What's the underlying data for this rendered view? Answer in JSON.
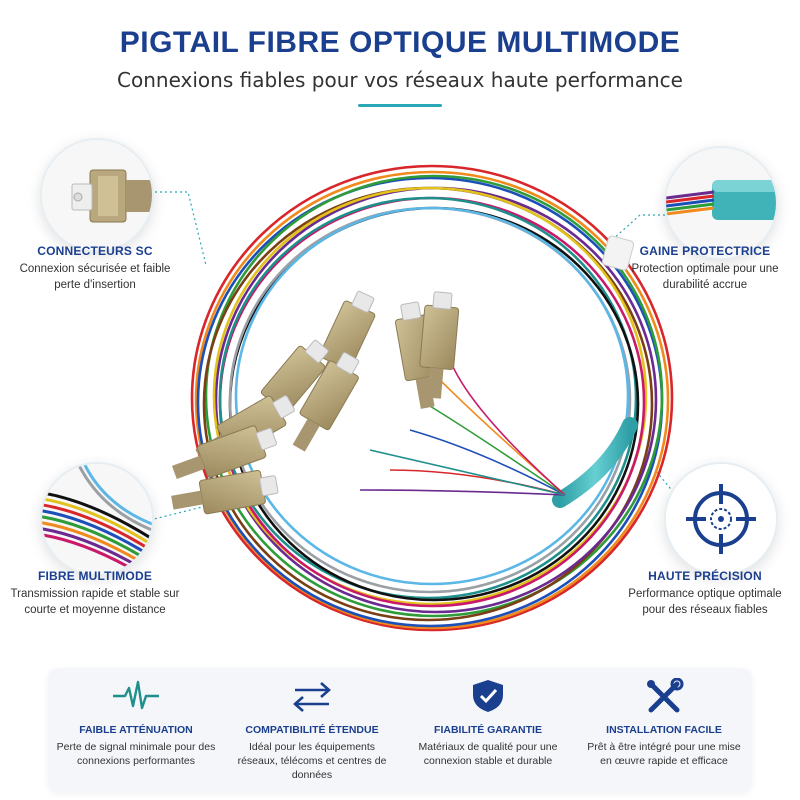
{
  "header": {
    "title": "PIGTAIL FIBRE OPTIQUE MULTIMODE",
    "subtitle": "Connexions fiables pour vos réseaux haute performance"
  },
  "callouts": {
    "connecteurs": {
      "title": "CONNECTEURS SC",
      "desc": "Connexion sécurisée et faible perte d'insertion",
      "icon": "sc-connector-icon"
    },
    "fibre": {
      "title": "FIBRE MULTIMODE",
      "desc": "Transmission rapide et stable sur courte et moyenne distance",
      "icon": "fiber-strands-icon"
    },
    "gaine": {
      "title": "GAINE PROTECTRICE",
      "desc": "Protection optimale pour une durabilité accrue",
      "icon": "protective-sheath-icon"
    },
    "precision": {
      "title": "HAUTE PRÉCISION",
      "desc": "Performance optique optimale pour des réseaux fiables",
      "icon": "target-crosshair-icon"
    }
  },
  "features": [
    {
      "title": "FAIBLE ATTÉNUATION",
      "desc": "Perte de signal minimale pour des connexions performantes",
      "icon": "signal-pulse-icon"
    },
    {
      "title": "COMPATIBILITÉ ÉTENDUE",
      "desc": "Idéal pour les équipements réseaux, télécoms et centres de données",
      "icon": "swap-arrows-icon"
    },
    {
      "title": "FIABILITÉ GARANTIE",
      "desc": "Matériaux de qualité pour une connexion stable et durable",
      "icon": "shield-check-icon"
    },
    {
      "title": "INSTALLATION FACILE",
      "desc": "Prêt à être intégré pour une mise en œuvre rapide et efficace",
      "icon": "tools-icon"
    }
  ],
  "colors": {
    "brand": "#1b3f8f",
    "accent": "#2aa8b8",
    "connector": "#b9a77d",
    "sheath": "#3fb3b8"
  }
}
